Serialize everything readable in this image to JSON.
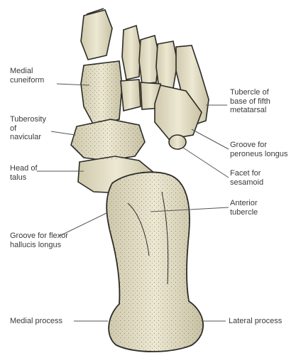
{
  "figure": {
    "labels": {
      "medial_cuneiform": "Medial\ncuneiform",
      "tuberosity_of_navicular": "Tuberosity\nof\nnavicular",
      "head_of_talus": "Head of\ntalus",
      "groove_for_flexor_hallucis_longus": "Groove for flexor\nhallucis longus",
      "medial_process": "Medial process",
      "tubercle_of_base_of_fifth_metatarsal": "Tubercle of\nbase of fifth\nmetatarsal",
      "groove_for_peroneus_longus": "Groove for\nperoneus longus",
      "facet_for_sesamoid": "Facet for\nsesamoid",
      "anterior_tubercle": "Anterior\ntubercle",
      "lateral_process": "Lateral process"
    },
    "colors": {
      "bone_fill": "#e6e1c7",
      "bone_shadow": "#a39c80",
      "outline": "#2b2a26",
      "text": "#3a3a3a",
      "leader": "#555555"
    }
  }
}
